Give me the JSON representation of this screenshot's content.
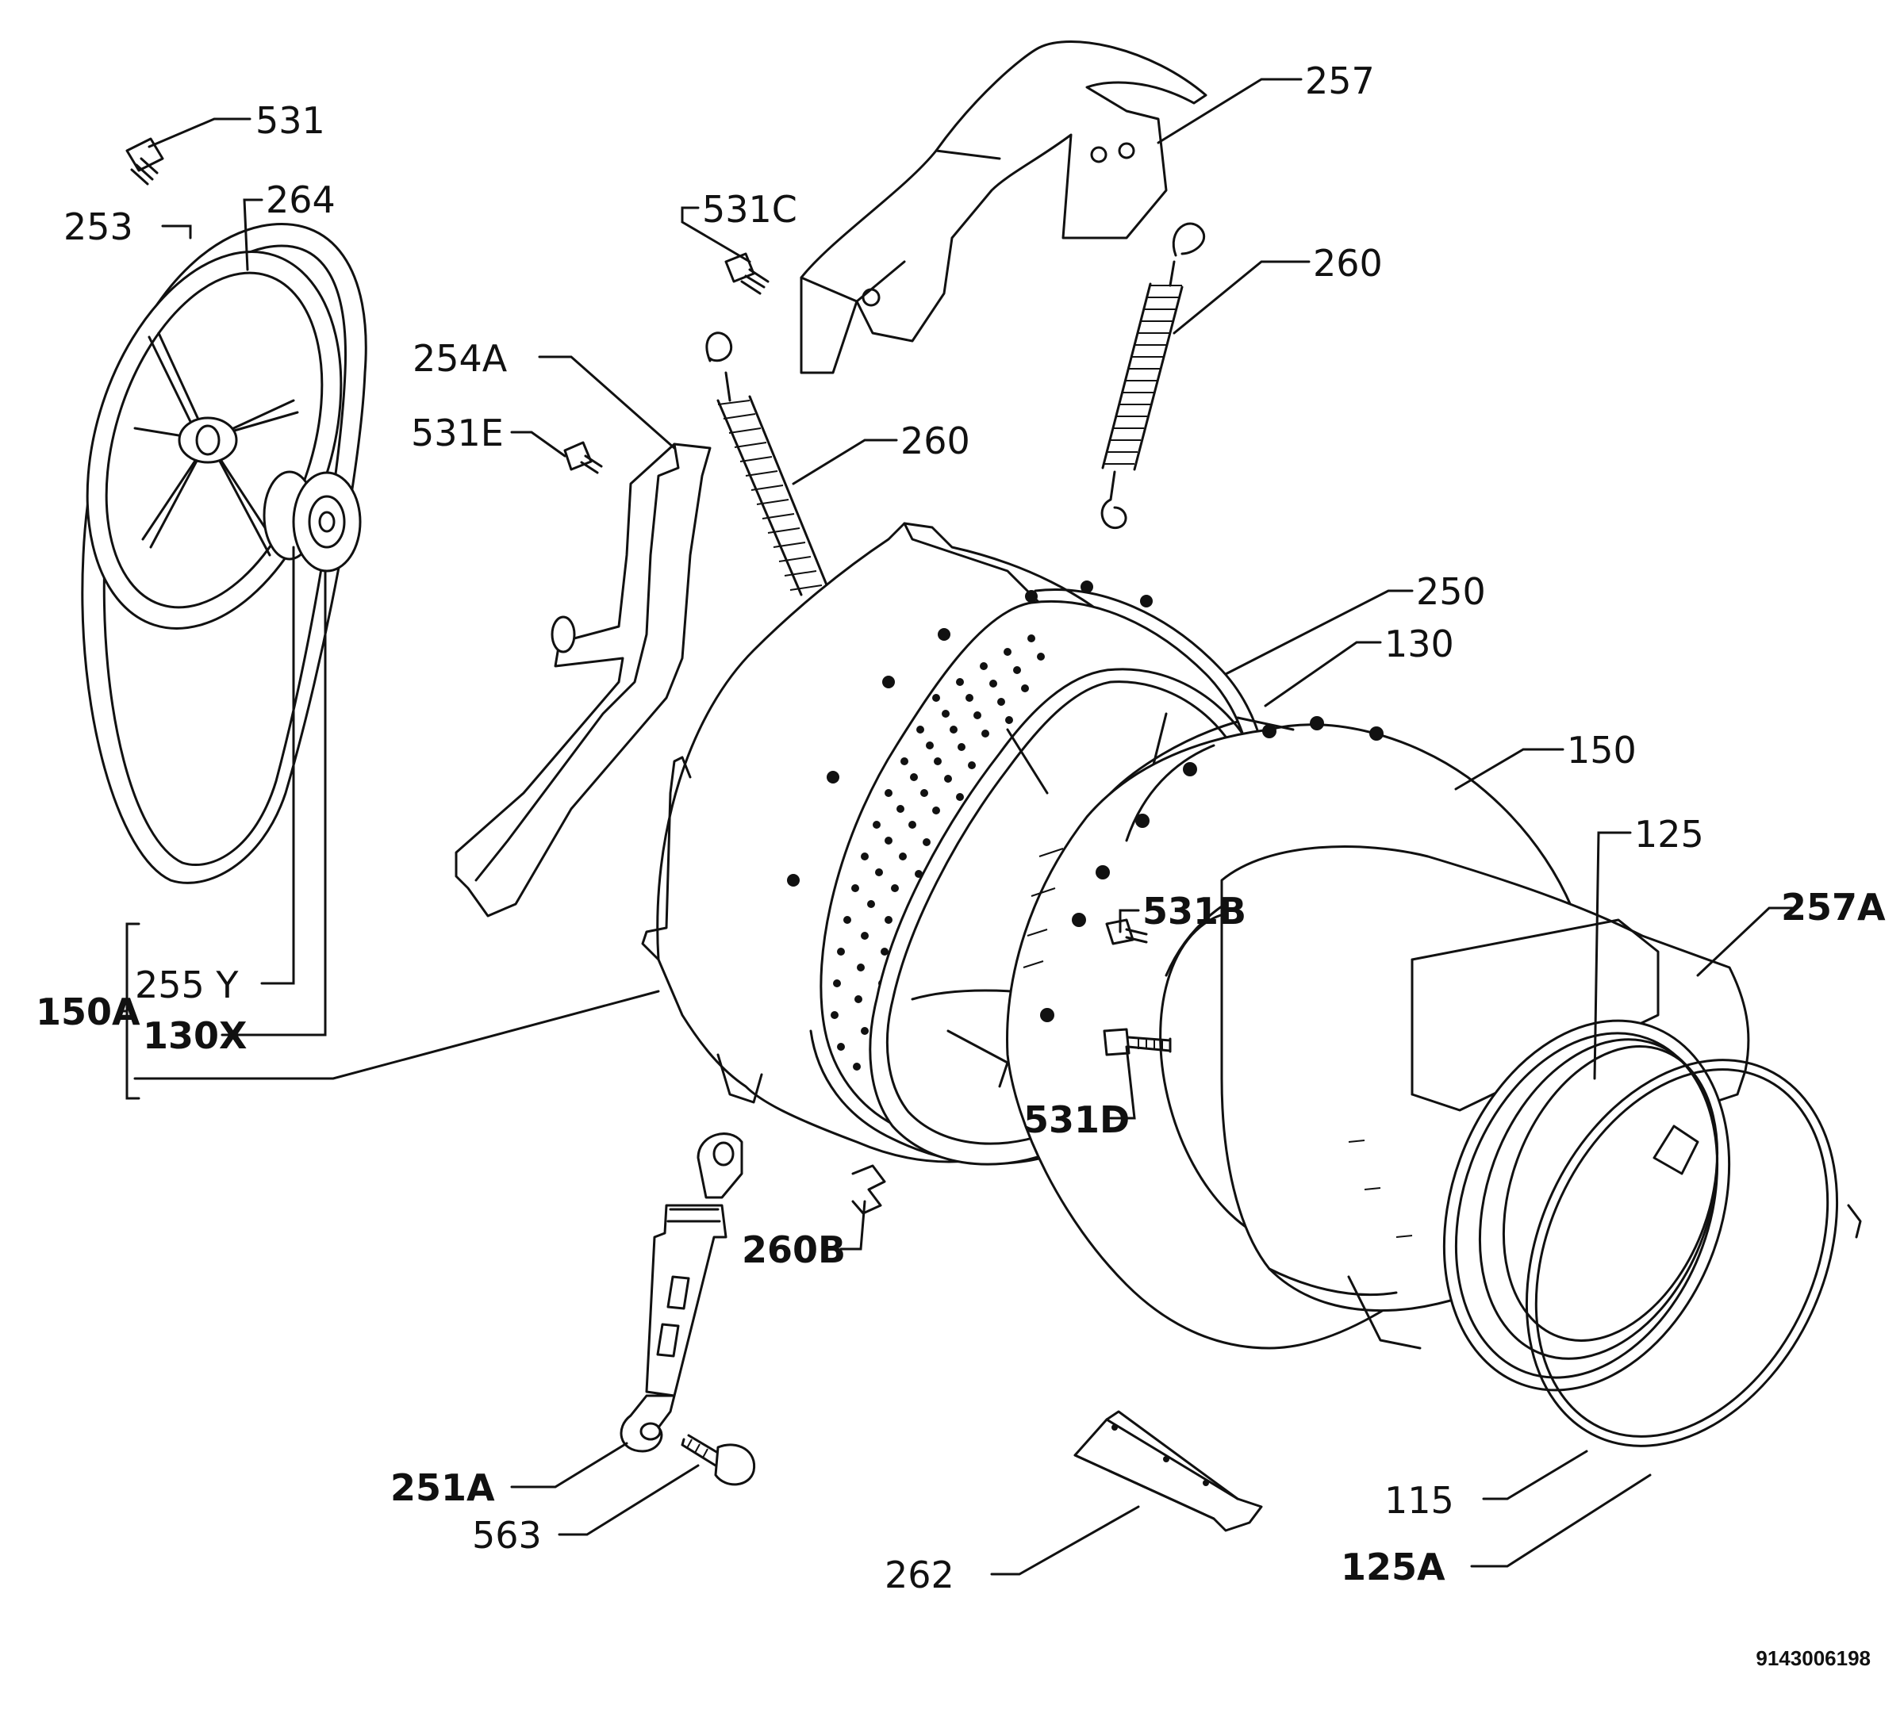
{
  "labels": {
    "p531": "531",
    "p264": "264",
    "p253": "253",
    "p531c": "531C",
    "p257": "257",
    "p260_right": "260",
    "p254a": "254A",
    "p531e": "531E",
    "p260_mid": "260",
    "p250": "250",
    "p130": "130",
    "p150": "150",
    "p125": "125",
    "p531b": "531B",
    "p257a": "257A",
    "p255y": "255  Y",
    "p150a": "150A",
    "p130x": "130X",
    "p531d": "531D",
    "p260b": "260B",
    "p251a": "251A",
    "p563": "563",
    "p262": "262",
    "p115": "115",
    "p125a": "125A"
  },
  "drawing_code": "9143006198"
}
